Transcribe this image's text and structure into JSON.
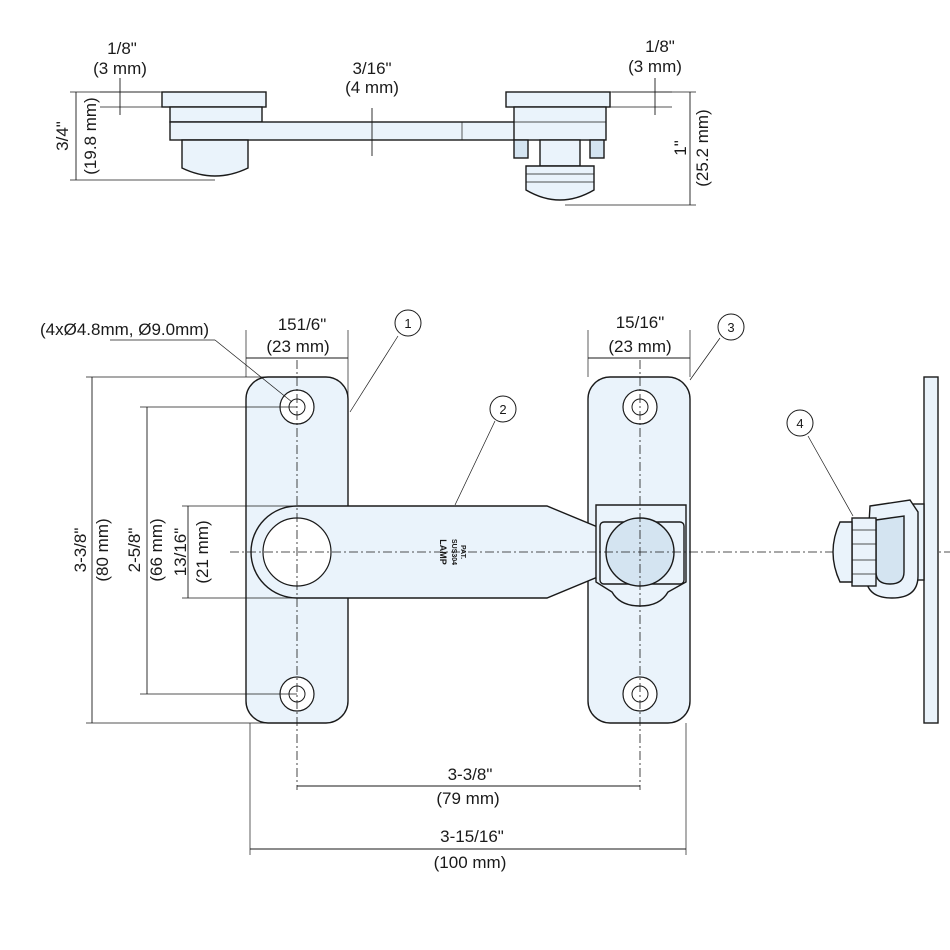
{
  "top_view": {
    "flange_left": {
      "imperial": "1/8\"",
      "metric": "(3 mm)"
    },
    "bar_thickness": {
      "imperial": "3/16\"",
      "metric": "(4 mm)"
    },
    "flange_right": {
      "imperial": "1/8\"",
      "metric": "(3 mm)"
    },
    "left_height": {
      "imperial": "3/4\"",
      "metric": "(19.8 mm)"
    },
    "right_height": {
      "imperial": "1\"",
      "metric": "(25.2 mm)"
    }
  },
  "front_view": {
    "holes": "(4xØ4.8mm, Ø9.0mm)",
    "left_plate_width": {
      "imperial": "151/6\"",
      "metric": "(23 mm)"
    },
    "right_plate_width": {
      "imperial": "15/16\"",
      "metric": "(23 mm)"
    },
    "overall_height": {
      "imperial": "3-3/8\"",
      "metric": "(80 mm)"
    },
    "hole_spacing": {
      "imperial": "2-5/8\"",
      "metric": "(66 mm)"
    },
    "arm_width": {
      "imperial": "13/16\"",
      "metric": "(21 mm)"
    },
    "center_distance": {
      "imperial": "3-3/8\"",
      "metric": "(79 mm)"
    },
    "overall_width": {
      "imperial": "3-15/16\"",
      "metric": "(100 mm)"
    },
    "stamp": {
      "brand": "LAMP",
      "material": "SUS304",
      "pat": "PAT."
    }
  },
  "callouts": [
    "1",
    "2",
    "3",
    "4"
  ]
}
